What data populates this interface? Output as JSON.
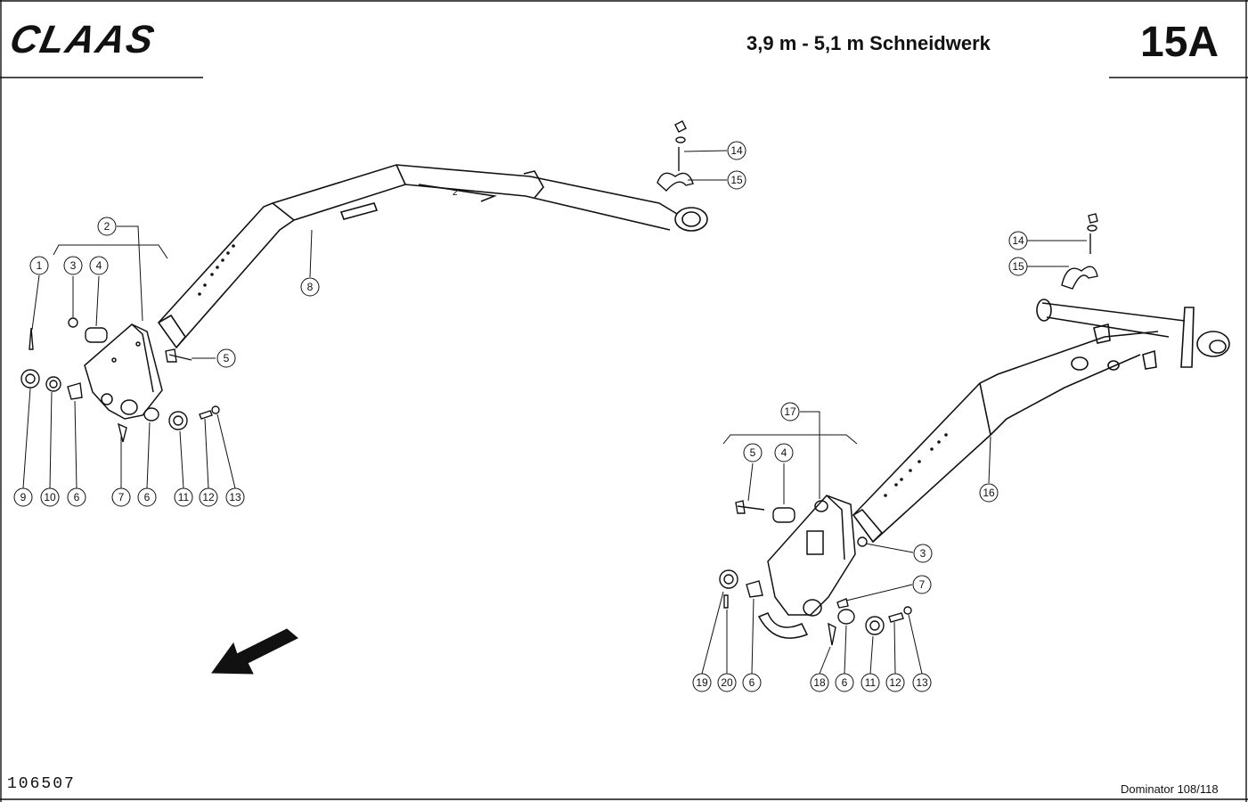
{
  "header": {
    "brand": "CLAAS",
    "title": "3,9 m - 5,1 m Schneidwerk",
    "page_number": "15A"
  },
  "footer": {
    "figure_number": "106507",
    "model": "Dominator 108/118"
  },
  "callouts": {
    "left_assembly": [
      "1",
      "2",
      "3",
      "4",
      "5",
      "6",
      "6",
      "7",
      "8",
      "9",
      "10",
      "11",
      "12",
      "13",
      "14",
      "15"
    ],
    "right_assembly": [
      "3",
      "4",
      "5",
      "6",
      "6",
      "7",
      "11",
      "12",
      "13",
      "14",
      "15",
      "16",
      "17",
      "18",
      "19",
      "20"
    ]
  },
  "frame_marks": {
    "left_frame_label": "2"
  }
}
